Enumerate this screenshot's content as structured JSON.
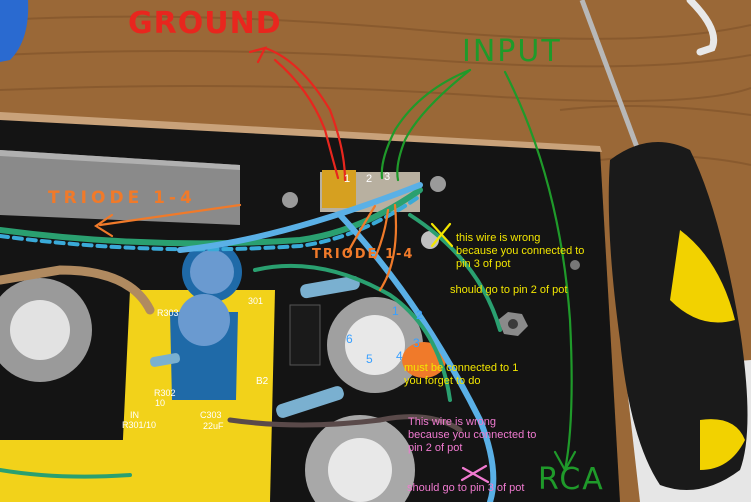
{
  "annotations": {
    "ground": "GROUND",
    "input": "INPUT",
    "rca": "RCA",
    "triode_left": "TRIODE 1-4",
    "triode_mid": "TRIODE 1-4",
    "note_wrong_pin3": "this wire is wrong\nbecause you connected to\npin 3 of pot",
    "note_should_pin2": "should go to pin 2 of pot",
    "note_must_connect": "must be connected to 1\nyou forget to do",
    "note_wrong_pin2": "This wire is wrong\nbecause you connected to\npin 2 of pot",
    "note_should_pin3": "should go to pin 3 of pot"
  },
  "pot_pins": [
    "1",
    "2",
    "3"
  ],
  "socket_pins": [
    "1",
    "2",
    "3",
    "4",
    "5",
    "6"
  ],
  "board_labels": {
    "r301": "301",
    "r302": "R302",
    "r303": "R303",
    "c303": "C303",
    "c303_val": "22uF",
    "b2": "B2",
    "in": "IN",
    "r301b": "R301/10",
    "val10": "10"
  },
  "colors": {
    "annotation_red": "#e8261e",
    "annotation_green": "#1f9a2a",
    "annotation_orange": "#f07a2a",
    "annotation_yellow": "#f2e600",
    "annotation_pink": "#f07ad0",
    "annotation_blue": "#3aa0ff",
    "pcb_yellow": "#f2d21a",
    "chassis": "#141414"
  }
}
